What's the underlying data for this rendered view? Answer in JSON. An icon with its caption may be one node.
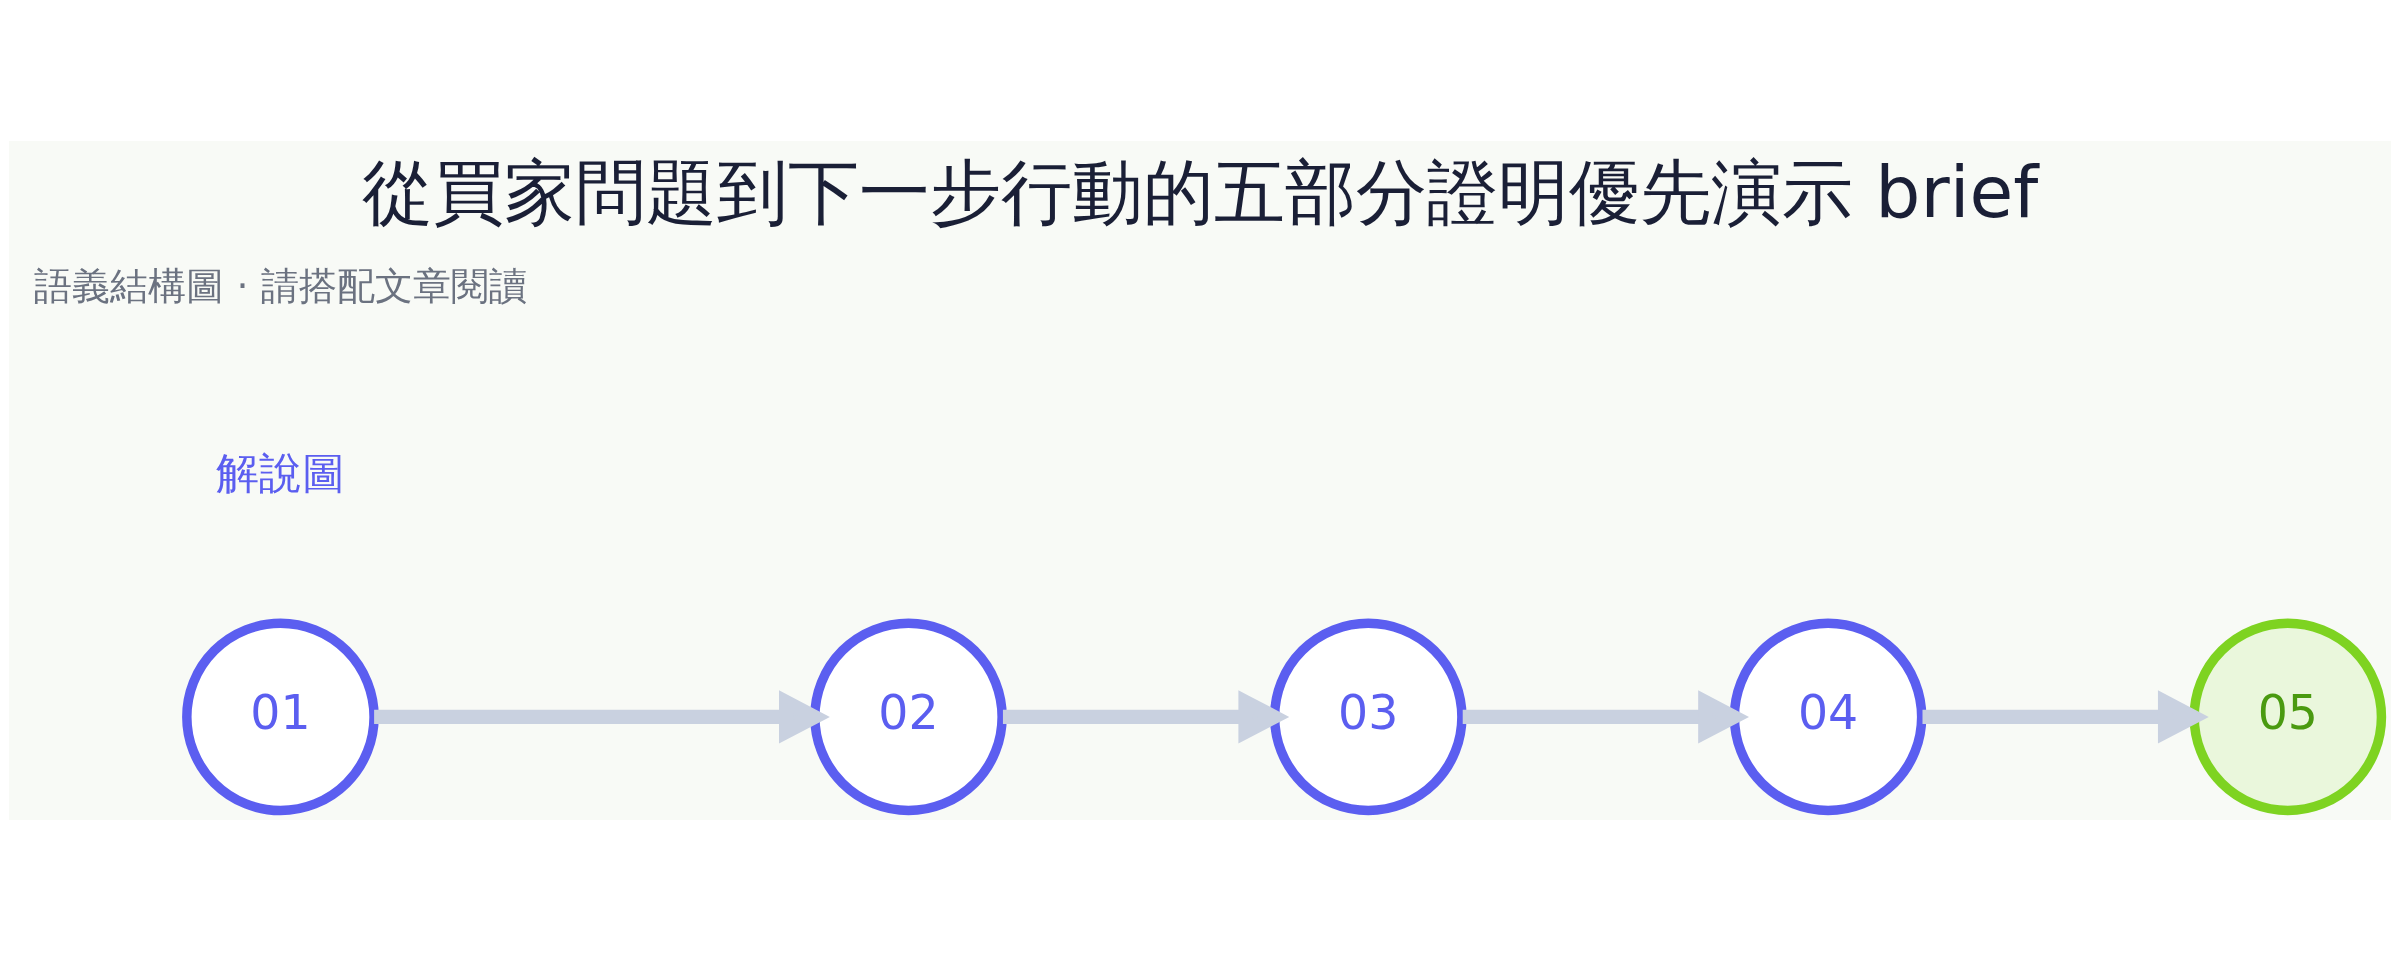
{
  "diagram": {
    "title": "從買家問題到下一步行動的五部分證明優先演示 brief",
    "caption": "語義結構圖 · 請搭配文章閱讀",
    "nodes": [
      {
        "text": [
          "01"
        ]
      },
      {
        "text": [
          "02"
        ]
      },
      {
        "text": [
          "03"
        ]
      },
      {
        "text": [
          "04"
        ]
      },
      {
        "text": [
          "05"
        ]
      }
    ],
    "edges": [
      {
        "from": 0,
        "to": 1,
        "arrow": "to"
      },
      {
        "from": 1,
        "to": 2,
        "arrow": "to"
      },
      {
        "from": 2,
        "to": 3,
        "arrow": "to"
      },
      {
        "from": 3,
        "to": 4,
        "arrow": "to"
      }
    ],
    "labels": [
      "解說圖"
    ]
  }
}
